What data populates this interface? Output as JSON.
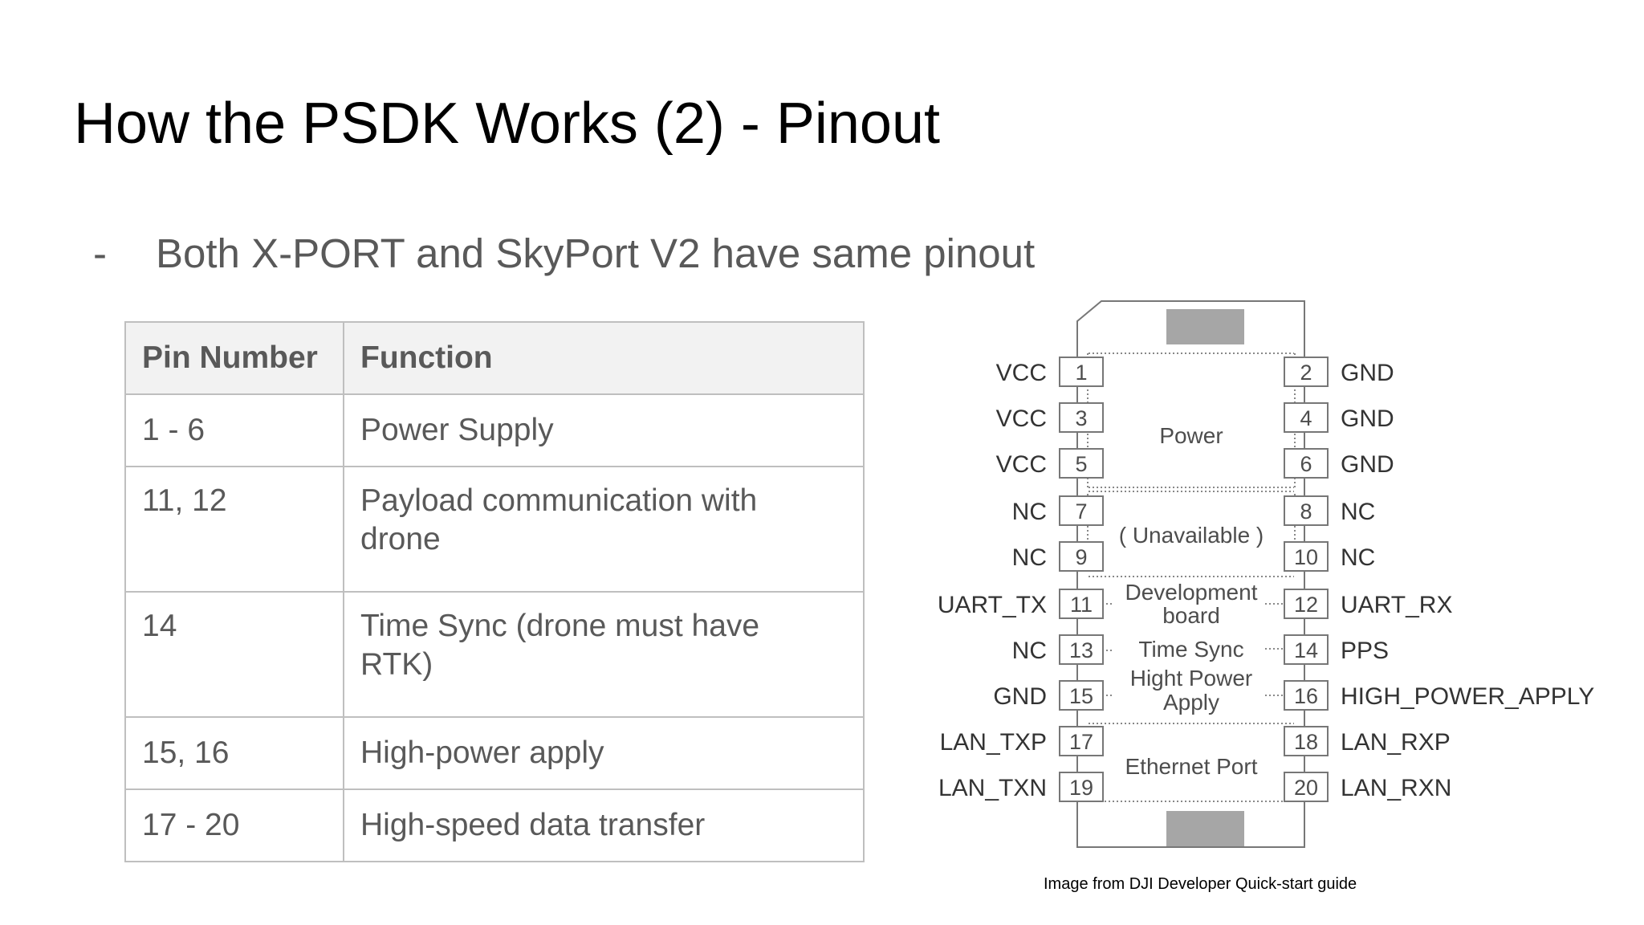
{
  "slide": {
    "title": "How the PSDK Works (2) - Pinout",
    "bullet_marker": "-",
    "bullet_text": "Both X-PORT and SkyPort V2 have same pinout"
  },
  "table": {
    "headers": [
      "Pin Number",
      "Function"
    ],
    "rows": [
      {
        "pins": "1 - 6",
        "function": "Power Supply"
      },
      {
        "pins": "11, 12",
        "function_line1": "Payload communication with",
        "function_line2": "drone"
      },
      {
        "pins": "14",
        "function_line1": "Time Sync (drone must have",
        "function_line2": "RTK)"
      },
      {
        "pins": "15, 16",
        "function": "High-power apply"
      },
      {
        "pins": "17 - 20",
        "function": "High-speed data transfer"
      }
    ]
  },
  "diagram": {
    "pins": [
      {
        "num": "1",
        "label": "VCC"
      },
      {
        "num": "2",
        "label": "GND"
      },
      {
        "num": "3",
        "label": "VCC"
      },
      {
        "num": "4",
        "label": "GND"
      },
      {
        "num": "5",
        "label": "VCC"
      },
      {
        "num": "6",
        "label": "GND"
      },
      {
        "num": "7",
        "label": "NC"
      },
      {
        "num": "8",
        "label": "NC"
      },
      {
        "num": "9",
        "label": "NC"
      },
      {
        "num": "10",
        "label": "NC"
      },
      {
        "num": "11",
        "label": "UART_TX"
      },
      {
        "num": "12",
        "label": "UART_RX"
      },
      {
        "num": "13",
        "label": "NC"
      },
      {
        "num": "14",
        "label": "PPS"
      },
      {
        "num": "15",
        "label": "GND"
      },
      {
        "num": "16",
        "label": "HIGH_POWER_APPLY"
      },
      {
        "num": "17",
        "label": "LAN_TXP"
      },
      {
        "num": "18",
        "label": "LAN_RXP"
      },
      {
        "num": "19",
        "label": "LAN_TXN"
      },
      {
        "num": "20",
        "label": "LAN_RXN"
      }
    ],
    "groups": {
      "power": "Power",
      "unavailable": "( Unavailable )",
      "dev_line1": "Development",
      "dev_line2": "board",
      "time_sync": "Time Sync",
      "hp_line1": "Hight Power",
      "hp_line2": "Apply",
      "ethernet": "Ethernet  Port"
    }
  },
  "credit": "Image from DJI Developer Quick-start guide",
  "colors": {
    "title": "#000000",
    "body_text": "#595959",
    "table_border": "#bfbfbf",
    "header_bg": "#f2f2f2",
    "diagram_stroke": "#777777",
    "connector_fill": "#a6a6a6"
  }
}
